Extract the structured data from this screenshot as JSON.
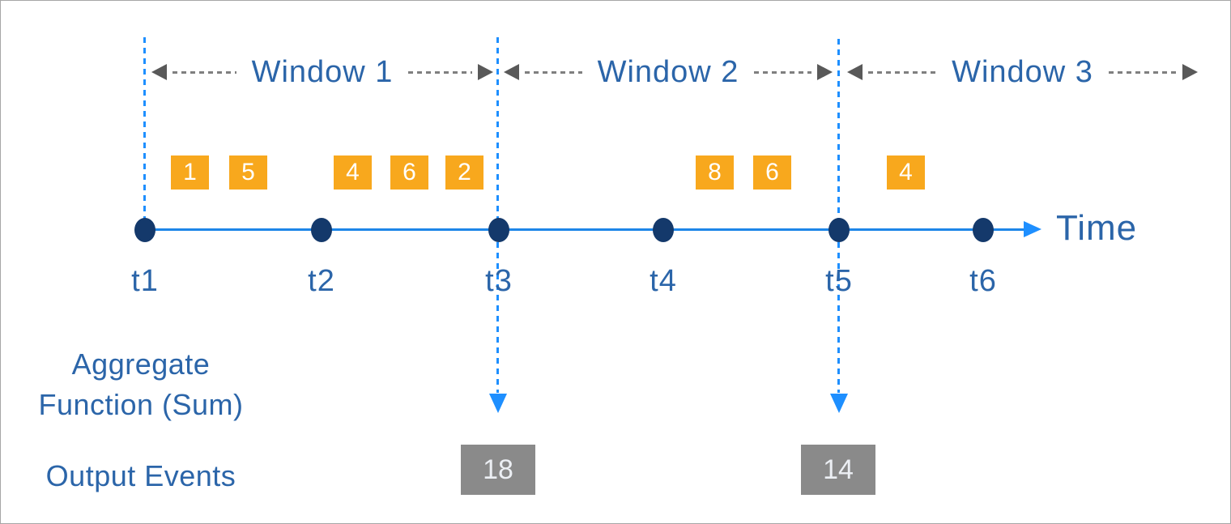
{
  "diagram": {
    "windows": [
      {
        "label": "Window 1"
      },
      {
        "label": "Window 2"
      },
      {
        "label": "Window 3"
      }
    ],
    "timeline": {
      "axis_label": "Time",
      "ticks": [
        "t1",
        "t2",
        "t3",
        "t4",
        "t5",
        "t6"
      ]
    },
    "events": [
      {
        "value": "1",
        "window": "Window 1"
      },
      {
        "value": "5",
        "window": "Window 1"
      },
      {
        "value": "4",
        "window": "Window 1"
      },
      {
        "value": "6",
        "window": "Window 1"
      },
      {
        "value": "2",
        "window": "Window 1"
      },
      {
        "value": "8",
        "window": "Window 2"
      },
      {
        "value": "6",
        "window": "Window 2"
      },
      {
        "value": "4",
        "window": "Window 3"
      }
    ],
    "aggregate": {
      "label_line1": "Aggregate",
      "label_line2": "Function (Sum)"
    },
    "output": {
      "label": "Output Events",
      "events": [
        {
          "value": "18",
          "at_tick": "t3"
        },
        {
          "value": "14",
          "at_tick": "t5"
        }
      ]
    },
    "colors": {
      "event_box": "#f8a81d",
      "timeline": "#1d86e8",
      "dashed_guides": "#1e8fff",
      "timeline_dot": "#14396b",
      "text": "#2b65a9",
      "window_dash": "#7f7f7f",
      "window_arrow": "#595959",
      "output_box": "#8a8a8a"
    }
  }
}
